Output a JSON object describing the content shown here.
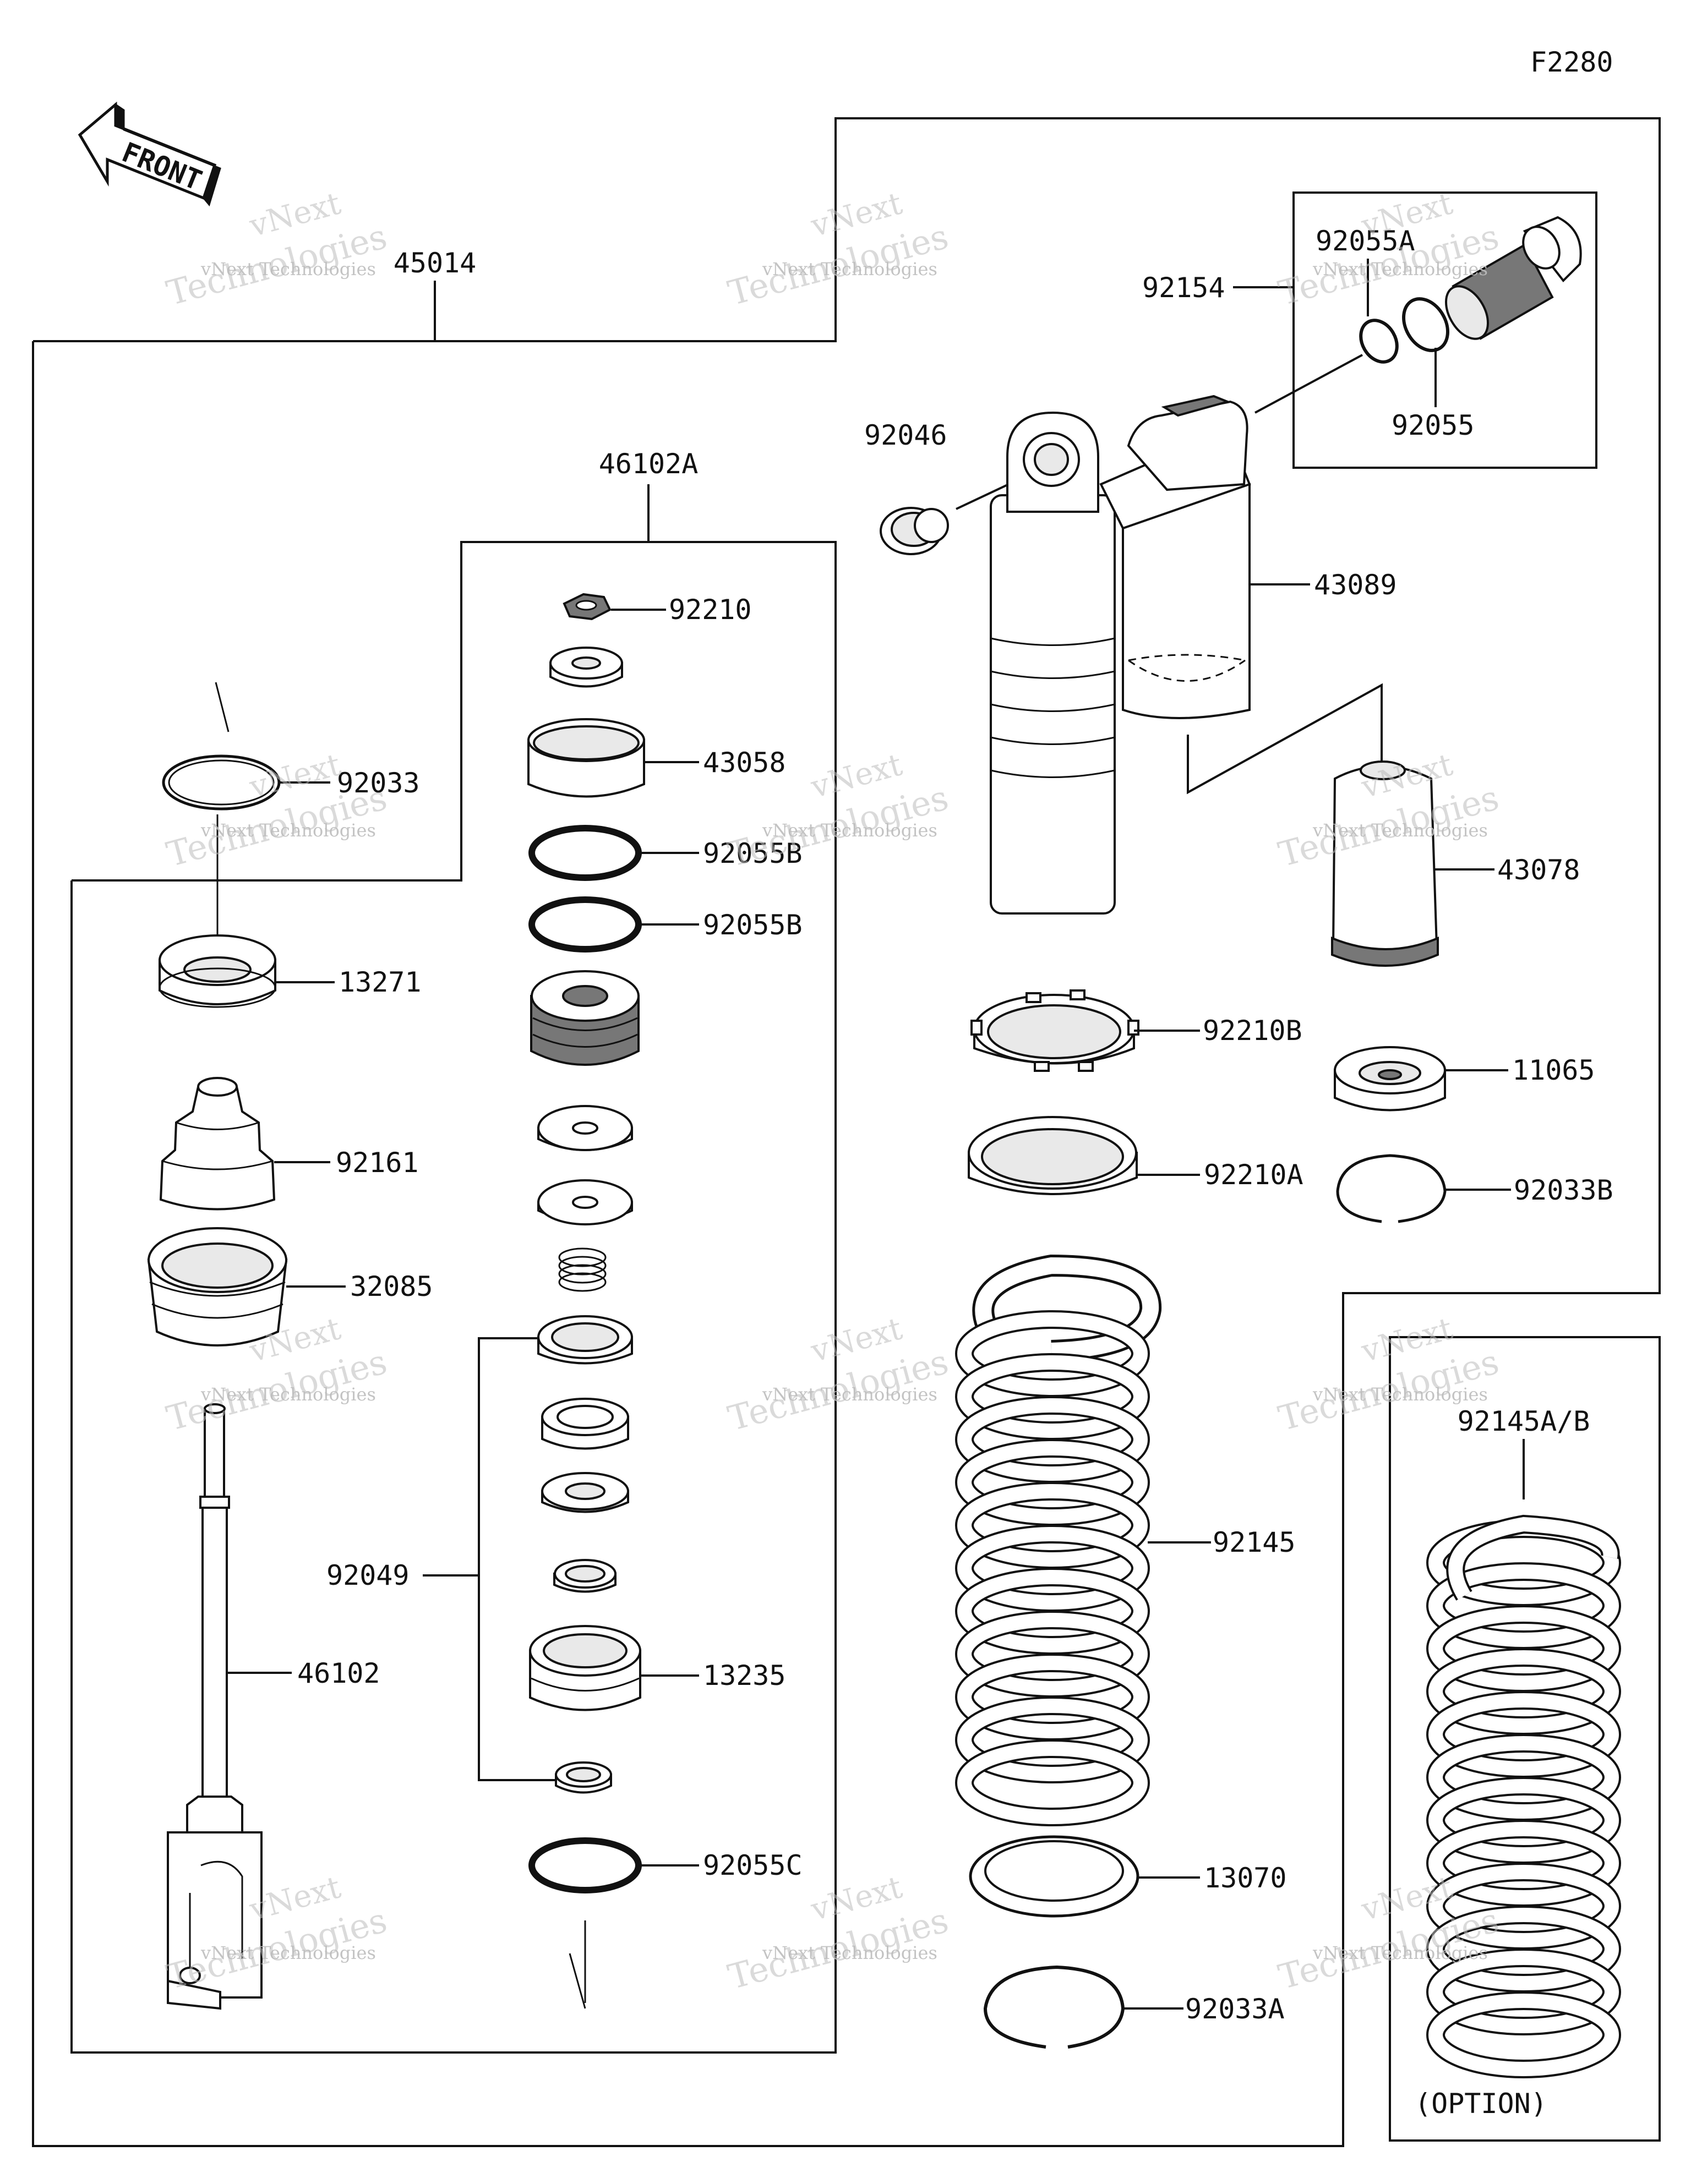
{
  "diagram_code": "F2280",
  "front_label": "FRONT",
  "watermark": {
    "line1": "vNext",
    "line2": "vNext Technologies",
    "line3": "Technologies"
  },
  "part_numbers": {
    "p45014": "45014",
    "p46102A": "46102A",
    "p92210": "92210",
    "p43058": "43058",
    "p92055B_1": "92055B",
    "p92055B_2": "92055B",
    "p92033": "92033",
    "p13271": "13271",
    "p92161": "92161",
    "p32085": "32085",
    "p92049": "92049",
    "p46102": "46102",
    "p13235": "13235",
    "p92055C": "92055C",
    "p92154": "92154",
    "p92055A": "92055A",
    "p92055": "92055",
    "p92046": "92046",
    "p43089": "43089",
    "p43078": "43078",
    "p92210B": "92210B",
    "p11065": "11065",
    "p92210A": "92210A",
    "p92033B": "92033B",
    "p92145": "92145",
    "p92145AB": "92145A/B",
    "p13070": "13070",
    "p92033A": "92033A"
  },
  "option_label": "(OPTION)"
}
